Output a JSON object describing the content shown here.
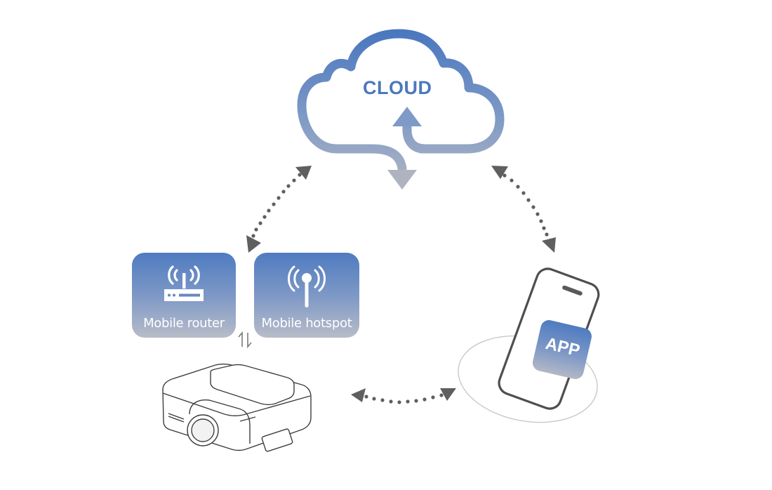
{
  "diagram": {
    "cloud": {
      "label": "CLOUD",
      "icon": "cloud-sync-icon"
    },
    "nodes": [
      {
        "id": "router",
        "label": "Mobile router",
        "icon": "wifi-router-icon"
      },
      {
        "id": "hotspot",
        "label": "Mobile hotspot",
        "icon": "antenna-hotspot-icon"
      },
      {
        "id": "dashcam",
        "label": "",
        "icon": "dashcam-device-icon"
      },
      {
        "id": "app",
        "label": "APP",
        "icon": "smartphone-icon"
      }
    ],
    "connections": [
      {
        "from": "cloud",
        "to": "router-hotspot",
        "style": "dotted-bidirectional"
      },
      {
        "from": "cloud",
        "to": "app",
        "style": "dotted-bidirectional"
      },
      {
        "from": "dashcam",
        "to": "app",
        "style": "dotted-bidirectional"
      },
      {
        "from": "router-hotspot",
        "to": "dashcam",
        "style": "swap-arrows"
      }
    ],
    "colors": {
      "accent_blue": "#4f7bc0",
      "gradient_end": "#b7bcc8",
      "arrow_gray": "#5f5f5f",
      "outline_gray": "#555555"
    }
  }
}
